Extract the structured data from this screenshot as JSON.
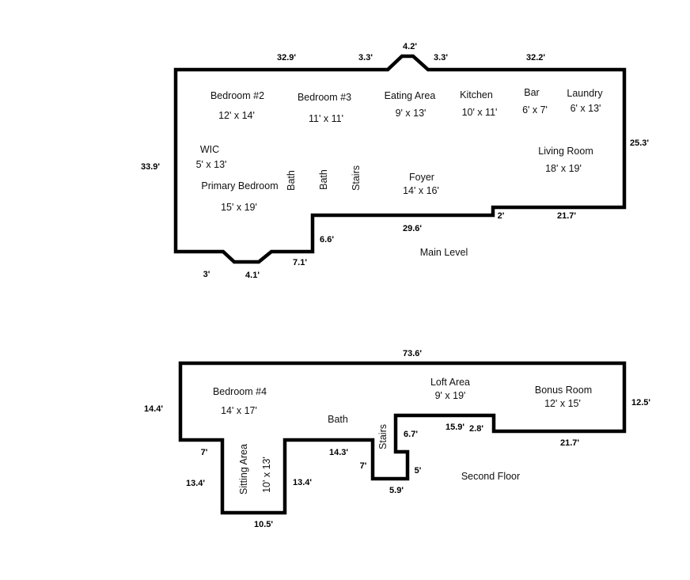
{
  "main_level": {
    "title": "Main Level",
    "rooms": [
      {
        "name": "Bedroom #2",
        "size": "12' x 14'"
      },
      {
        "name": "Bedroom #3",
        "size": "11' x 11'"
      },
      {
        "name": "Eating Area",
        "size": "9' x 13'"
      },
      {
        "name": "Kitchen",
        "size": "10' x 11'"
      },
      {
        "name": "Bar",
        "size": "6' x 7'"
      },
      {
        "name": "Laundry",
        "size": "6' x 13'"
      },
      {
        "name": "WIC",
        "size": "5' x 13'"
      },
      {
        "name": "Primary Bedroom",
        "size": "15' x 19'"
      },
      {
        "name": "Foyer",
        "size": "14' x 16'"
      },
      {
        "name": "Living Room",
        "size": "18' x 19'"
      }
    ],
    "vertical_labels": [
      "Bath",
      "Bath",
      "Stairs"
    ],
    "dimensions": [
      "32.9'",
      "3.3'",
      "4.2'",
      "3.3'",
      "32.2'",
      "25.3'",
      "33.9'",
      "2'",
      "21.7'",
      "29.6'",
      "6.6'",
      "7.1'",
      "3'",
      "4.1'"
    ]
  },
  "second_floor": {
    "title": "Second Floor",
    "rooms": [
      {
        "name": "Bedroom #4",
        "size": "14' x 17'"
      },
      {
        "name": "Loft Area",
        "size": "9' x 19'"
      },
      {
        "name": "Bonus Room",
        "size": "12' x 15'"
      },
      {
        "name": "Bath",
        "size": ""
      }
    ],
    "sitting_area": {
      "name": "Sitting Area",
      "size": "10' x 13'"
    },
    "stairs_label": "Stairs",
    "dimensions": [
      "73.6'",
      "14.4'",
      "12.5'",
      "7'",
      "13.4'",
      "13.4'",
      "10.5'",
      "14.3'",
      "7'",
      "5.9'",
      "5'",
      "6.7'",
      "15.9'",
      "2.8'",
      "21.7'"
    ]
  }
}
